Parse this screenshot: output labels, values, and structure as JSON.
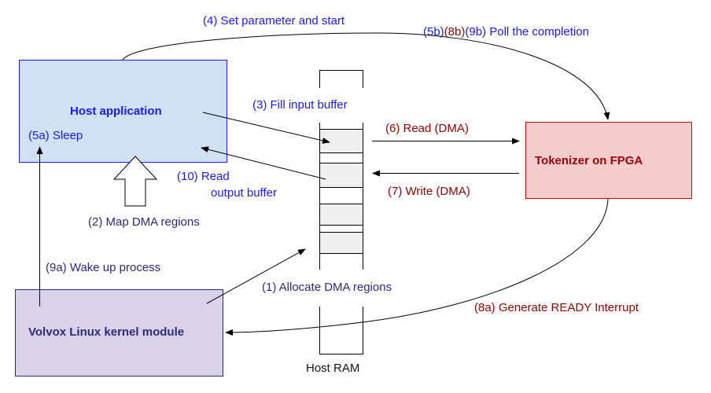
{
  "diagram": {
    "nodes": {
      "host_app": {
        "label": "Host application",
        "fill": "#cfe2f3",
        "stroke": "#1a1aff",
        "text_color": "#1a1aff"
      },
      "tokenizer": {
        "label": "Tokenizer on FPGA",
        "fill": "#f4cccc",
        "stroke": "#cc0000",
        "text_color": "#990000"
      },
      "kernel": {
        "label": "Volvox Linux kernel module",
        "fill": "#d9d2e9",
        "stroke": "#2e2a7a",
        "text_color": "#2e2a7a"
      },
      "ram": {
        "label": "Host RAM",
        "buffer_fill": "#efefef"
      }
    },
    "edges": [
      {
        "id": "e1",
        "label": "(1) Allocate DMA regions",
        "from": "kernel",
        "to": "ram"
      },
      {
        "id": "e2",
        "label": "(2) Map DMA regions",
        "from": "kernel",
        "to": "host_app"
      },
      {
        "id": "e3",
        "label": "(3) Fill input buffer",
        "from": "host_app",
        "to": "ram"
      },
      {
        "id": "e4",
        "label": "(4) Set parameter and start",
        "from": "host_app",
        "to": "tokenizer"
      },
      {
        "id": "e5a",
        "label": "(5a) Sleep"
      },
      {
        "id": "e5b",
        "label_parts": [
          "(5b)",
          "(8b)",
          "(9b) Poll the completion"
        ]
      },
      {
        "id": "e6",
        "label": "(6) Read (DMA)",
        "from": "ram",
        "to": "tokenizer"
      },
      {
        "id": "e7",
        "label": "(7) Write (DMA)",
        "from": "tokenizer",
        "to": "ram"
      },
      {
        "id": "e8a",
        "label": "(8a) Generate READY Interrupt",
        "from": "tokenizer",
        "to": "kernel"
      },
      {
        "id": "e9a",
        "label": "(9a) Wake up process",
        "from": "kernel",
        "to": "host_app"
      },
      {
        "id": "e10",
        "label_lines": [
          "(10) Read",
          "output buffer"
        ],
        "from": "ram",
        "to": "host_app"
      }
    ],
    "colors": {
      "blue": "#1a1aff",
      "navy": "#2e2a7a",
      "red": "#990000",
      "line": "#000000"
    }
  }
}
